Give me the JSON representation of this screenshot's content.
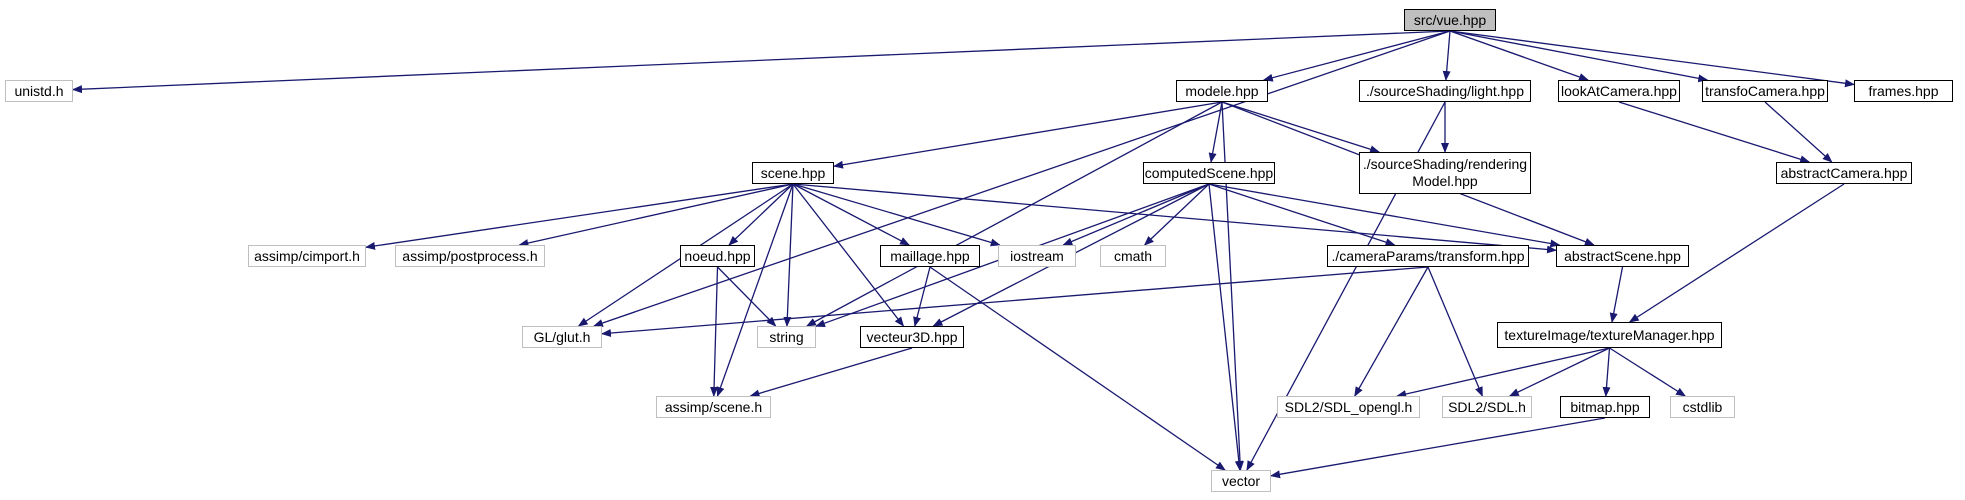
{
  "colors": {
    "edge": "#191970",
    "doc_border": "#000000",
    "ext_border": "#bfbfbf",
    "root_fill": "#bfbfbf"
  },
  "nodes": [
    {
      "id": "vue",
      "label": "src/vue.hpp",
      "kind": "root"
    },
    {
      "id": "unistd",
      "label": "unistd.h",
      "kind": "ext"
    },
    {
      "id": "modele",
      "label": "modele.hpp",
      "kind": "doc"
    },
    {
      "id": "light",
      "label": "./sourceShading/light.hpp",
      "kind": "doc"
    },
    {
      "id": "lookAt",
      "label": "lookAtCamera.hpp",
      "kind": "doc"
    },
    {
      "id": "transfoCam",
      "label": "transfoCamera.hpp",
      "kind": "doc"
    },
    {
      "id": "frames",
      "label": "frames.hpp",
      "kind": "doc"
    },
    {
      "id": "scene",
      "label": "scene.hpp",
      "kind": "doc"
    },
    {
      "id": "computed",
      "label": "computedScene.hpp",
      "kind": "doc"
    },
    {
      "id": "rendering",
      "label": "./sourceShading/rendering\nModel.hpp",
      "kind": "doc"
    },
    {
      "id": "abstractCam",
      "label": "abstractCamera.hpp",
      "kind": "doc"
    },
    {
      "id": "cimport",
      "label": "assimp/cimport.h",
      "kind": "ext"
    },
    {
      "id": "postprocess",
      "label": "assimp/postprocess.h",
      "kind": "ext"
    },
    {
      "id": "noeud",
      "label": "noeud.hpp",
      "kind": "doc"
    },
    {
      "id": "maillage",
      "label": "maillage.hpp",
      "kind": "doc"
    },
    {
      "id": "iostream",
      "label": "iostream",
      "kind": "ext"
    },
    {
      "id": "cmath",
      "label": "cmath",
      "kind": "ext"
    },
    {
      "id": "transform",
      "label": "./cameraParams/transform.hpp",
      "kind": "doc"
    },
    {
      "id": "abstractScene",
      "label": "abstractScene.hpp",
      "kind": "doc"
    },
    {
      "id": "glut",
      "label": "GL/glut.h",
      "kind": "ext"
    },
    {
      "id": "string",
      "label": "string",
      "kind": "ext"
    },
    {
      "id": "vecteur3d",
      "label": "vecteur3D.hpp",
      "kind": "doc"
    },
    {
      "id": "texMgr",
      "label": "textureImage/textureManager.hpp",
      "kind": "doc"
    },
    {
      "id": "sceneh",
      "label": "assimp/scene.h",
      "kind": "ext"
    },
    {
      "id": "sdlgl",
      "label": "SDL2/SDL_opengl.h",
      "kind": "ext"
    },
    {
      "id": "sdl",
      "label": "SDL2/SDL.h",
      "kind": "ext"
    },
    {
      "id": "bitmap",
      "label": "bitmap.hpp",
      "kind": "doc"
    },
    {
      "id": "cstdlib",
      "label": "cstdlib",
      "kind": "ext"
    },
    {
      "id": "vector",
      "label": "vector",
      "kind": "ext"
    }
  ],
  "edges": [
    [
      "vue",
      "unistd"
    ],
    [
      "vue",
      "modele"
    ],
    [
      "vue",
      "light"
    ],
    [
      "vue",
      "lookAt"
    ],
    [
      "vue",
      "transfoCam"
    ],
    [
      "vue",
      "frames"
    ],
    [
      "vue",
      "glut"
    ],
    [
      "modele",
      "scene"
    ],
    [
      "modele",
      "computed"
    ],
    [
      "modele",
      "rendering"
    ],
    [
      "modele",
      "abstractScene"
    ],
    [
      "modele",
      "string"
    ],
    [
      "modele",
      "vector"
    ],
    [
      "light",
      "rendering"
    ],
    [
      "light",
      "vector"
    ],
    [
      "lookAt",
      "abstractCam"
    ],
    [
      "transfoCam",
      "abstractCam"
    ],
    [
      "abstractCam",
      "texMgr"
    ],
    [
      "scene",
      "cimport"
    ],
    [
      "scene",
      "postprocess"
    ],
    [
      "scene",
      "noeud"
    ],
    [
      "scene",
      "maillage"
    ],
    [
      "scene",
      "iostream"
    ],
    [
      "scene",
      "string"
    ],
    [
      "scene",
      "glut"
    ],
    [
      "scene",
      "vecteur3d"
    ],
    [
      "scene",
      "sceneh"
    ],
    [
      "scene",
      "abstractScene"
    ],
    [
      "computed",
      "iostream"
    ],
    [
      "computed",
      "cmath"
    ],
    [
      "computed",
      "transform"
    ],
    [
      "computed",
      "abstractScene"
    ],
    [
      "computed",
      "string"
    ],
    [
      "computed",
      "vecteur3d"
    ],
    [
      "computed",
      "vector"
    ],
    [
      "noeud",
      "string"
    ],
    [
      "noeud",
      "sceneh"
    ],
    [
      "maillage",
      "vecteur3d"
    ],
    [
      "maillage",
      "vector"
    ],
    [
      "vecteur3d",
      "sceneh"
    ],
    [
      "transform",
      "glut"
    ],
    [
      "transform",
      "sdlgl"
    ],
    [
      "transform",
      "sdl"
    ],
    [
      "abstractScene",
      "texMgr"
    ],
    [
      "texMgr",
      "sdlgl"
    ],
    [
      "texMgr",
      "sdl"
    ],
    [
      "texMgr",
      "bitmap"
    ],
    [
      "texMgr",
      "cstdlib"
    ],
    [
      "bitmap",
      "vector"
    ]
  ]
}
